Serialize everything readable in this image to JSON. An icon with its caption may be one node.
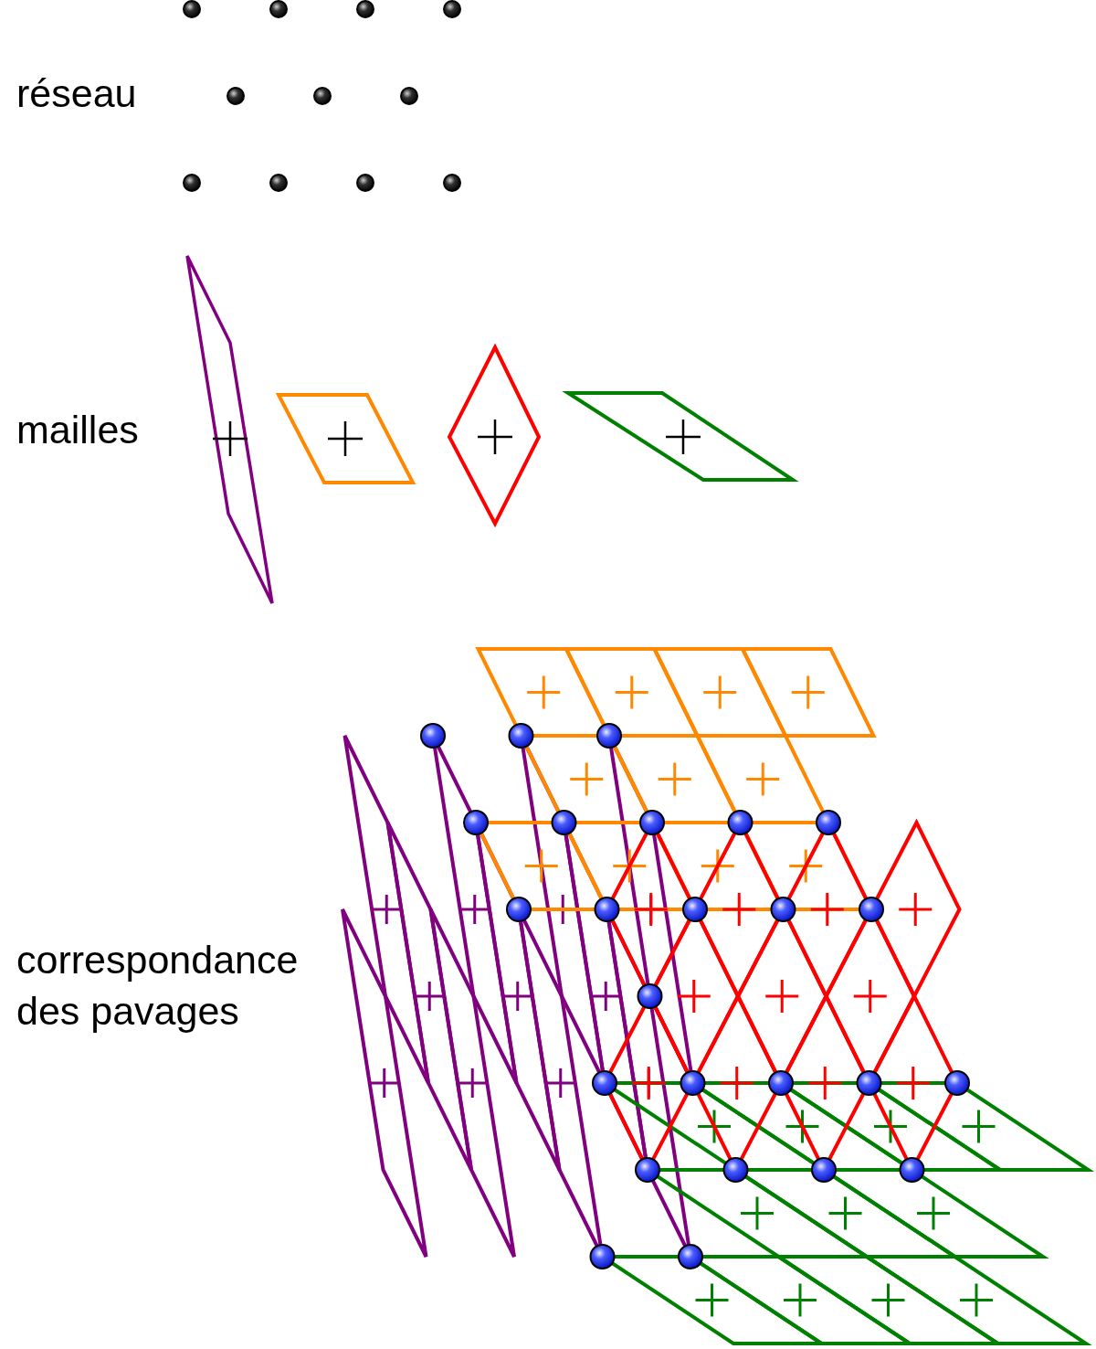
{
  "diagram": {
    "labels": [
      "réseau",
      "mailles",
      "correspondance des pavages"
    ]
  }
}
